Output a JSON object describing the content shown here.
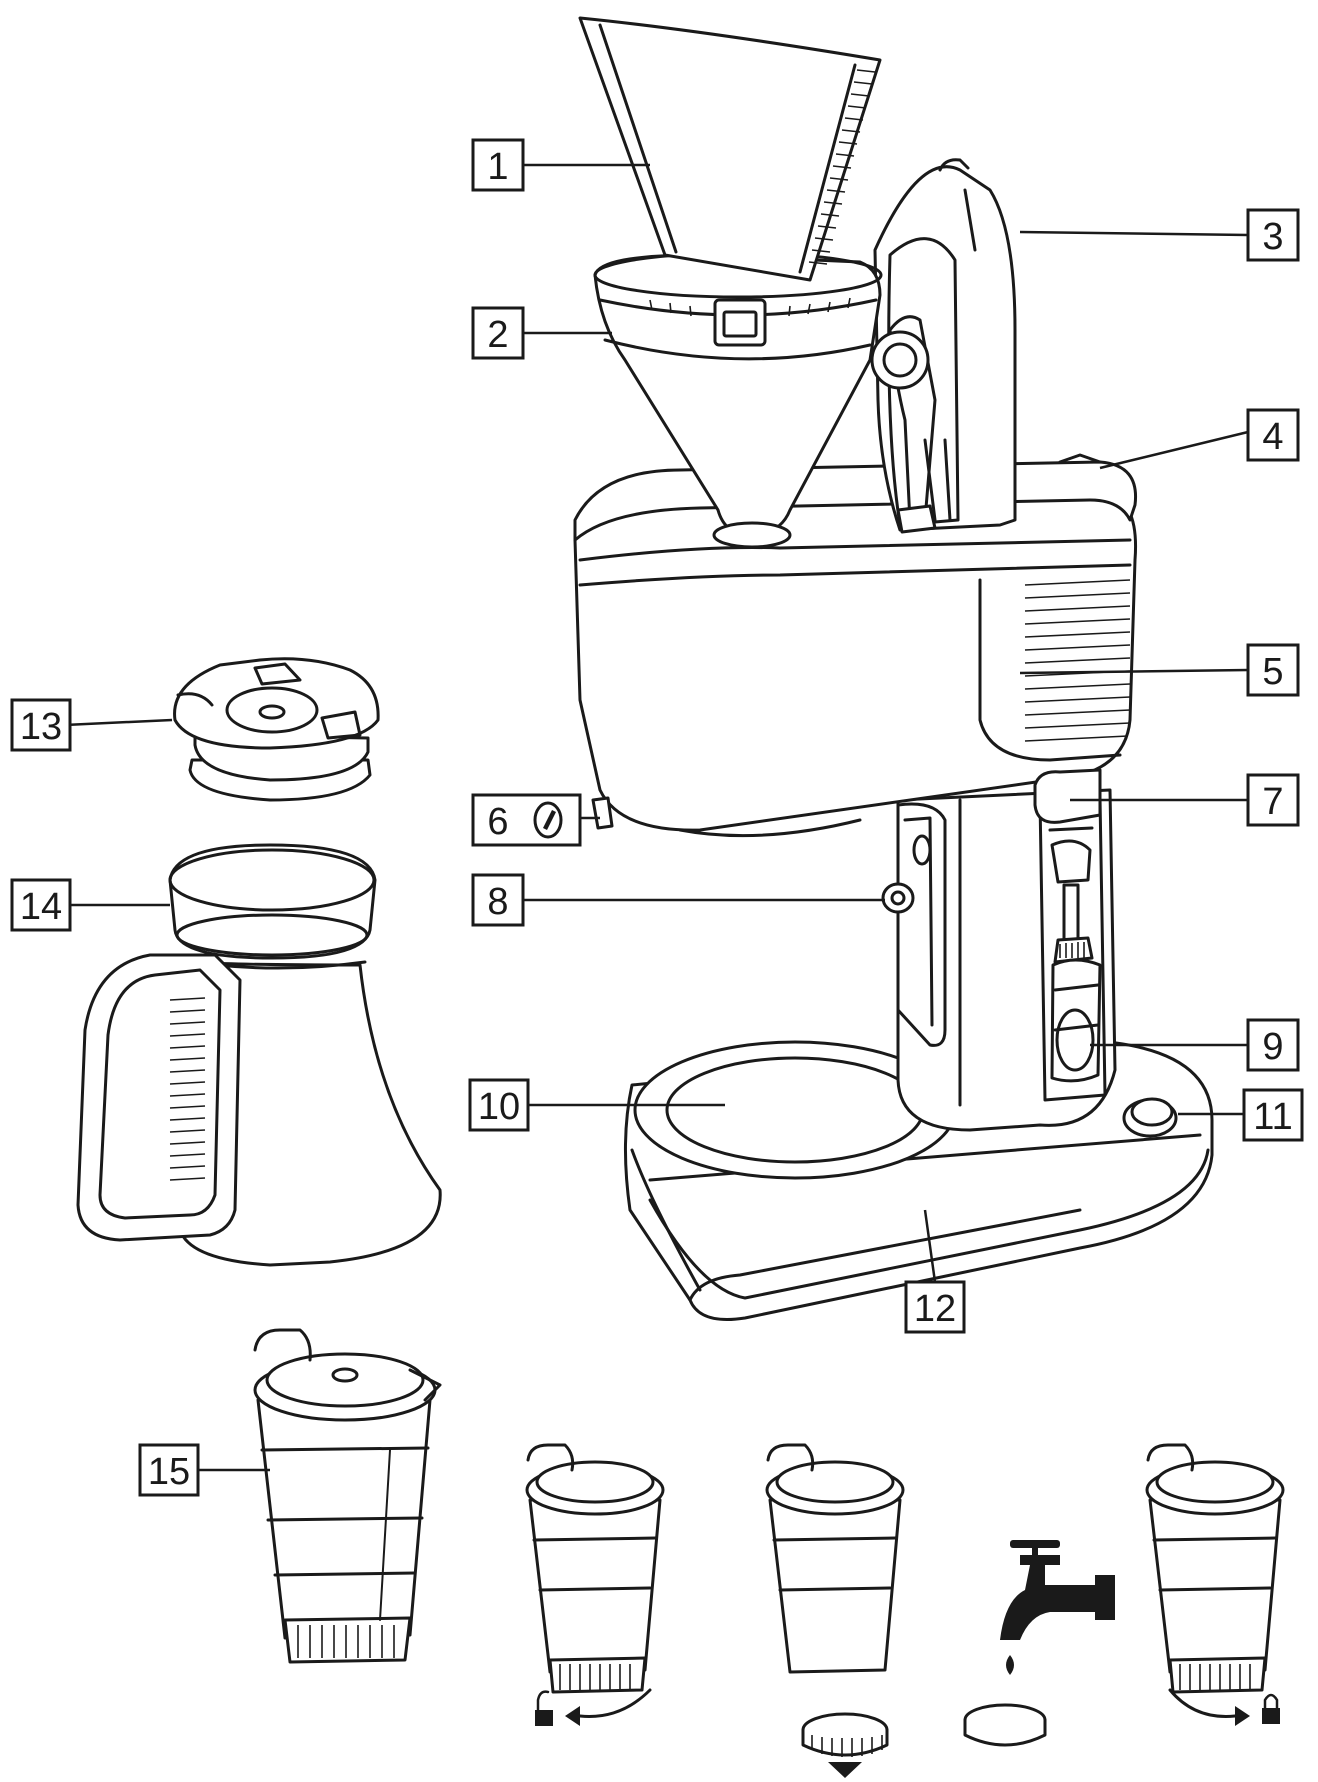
{
  "callouts": [
    {
      "id": "1",
      "label": "1"
    },
    {
      "id": "2",
      "label": "2"
    },
    {
      "id": "3",
      "label": "3"
    },
    {
      "id": "4",
      "label": "4"
    },
    {
      "id": "5",
      "label": "5"
    },
    {
      "id": "6",
      "label": "6"
    },
    {
      "id": "7",
      "label": "7"
    },
    {
      "id": "8",
      "label": "8"
    },
    {
      "id": "9",
      "label": "9"
    },
    {
      "id": "10",
      "label": "10"
    },
    {
      "id": "11",
      "label": "11"
    },
    {
      "id": "12",
      "label": "12"
    },
    {
      "id": "13",
      "label": "13"
    },
    {
      "id": "14",
      "label": "14"
    },
    {
      "id": "15",
      "label": "15"
    }
  ],
  "icons": {
    "callout_6_symbol": "power-plug-icon",
    "unlock": "unlock-icon",
    "lock": "lock-icon",
    "rotate_left": "rotate-counterclockwise-arrow-icon",
    "rotate_right": "rotate-clockwise-arrow-icon",
    "drop": "water-drop-icon",
    "down": "down-arrow-icon",
    "faucet": "water-faucet-icon"
  },
  "colors": {
    "line": "#1a1a1a",
    "background": "#ffffff"
  }
}
